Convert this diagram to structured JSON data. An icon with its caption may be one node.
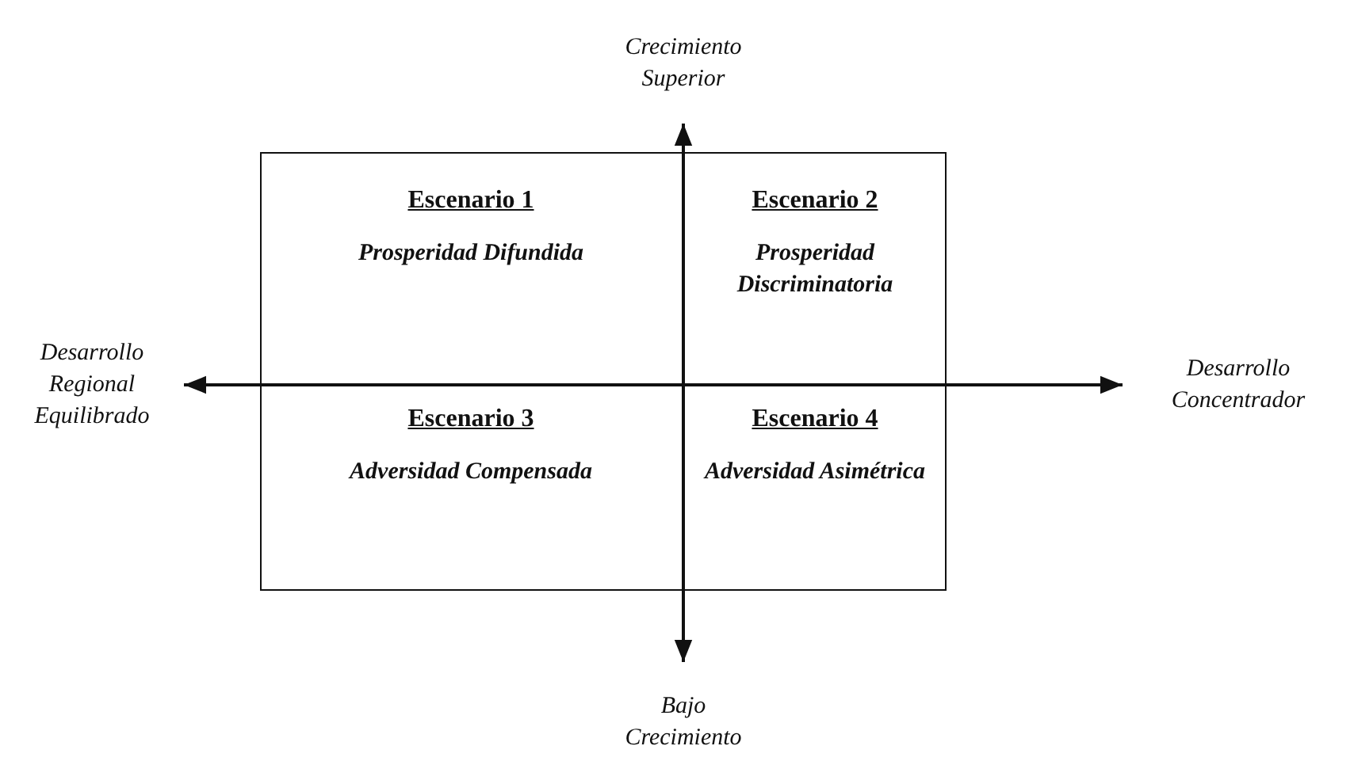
{
  "diagram": {
    "nodes": [
      {
        "text": [
          "Crecimiento Superior"
        ]
      },
      {
        "text": [
          "Desarrollo Regional Equilibrado"
        ]
      },
      {
        "text": [
          "Desarrollo Concentrador"
        ]
      },
      {
        "text": [
          "Bajo Crecimiento"
        ]
      }
    ],
    "edges": [
      {
        "from": 1,
        "to": 2,
        "arrow": "both"
      },
      {
        "from": 0,
        "to": 3,
        "arrow": "both"
      }
    ],
    "labels": [
      "Escenario 1",
      "Prosperidad Difundida",
      "Escenario 2",
      "Prosperidad Discriminatoria",
      "Escenario 3",
      "Adversidad Compensada",
      "Escenario 4",
      "Adversidad Asimétrica"
    ]
  }
}
